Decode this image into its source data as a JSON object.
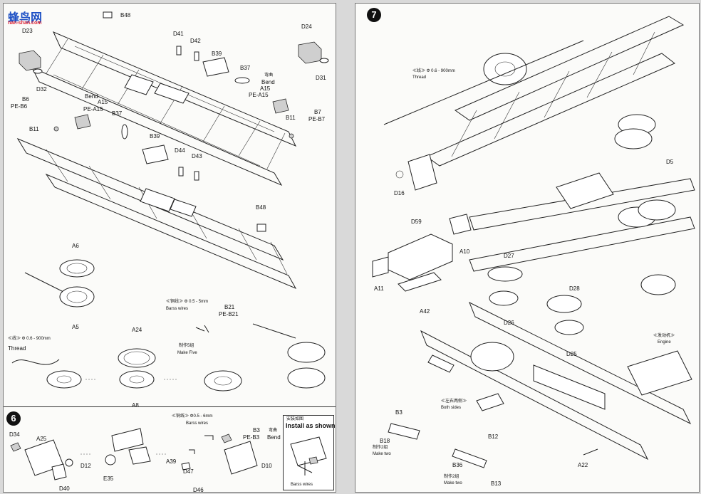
{
  "watermark": {
    "logo": "蜂鸟网",
    "url": "nan-shan.com"
  },
  "left_page": {
    "labels": {
      "B48_top": "B48",
      "D23": "D23",
      "D32": "D32",
      "D41": "D41",
      "D42": "D42",
      "B39_top": "B39",
      "B37_top": "B37",
      "bend_cn": "弯曲",
      "bend": "Bend",
      "A15_right": "A15",
      "PE_A15_right": "PE-A15",
      "D24": "D24",
      "D31": "D31",
      "B6": "B6",
      "PE_B6": "PE-B6",
      "bend_left": "Bend",
      "A15_left": "A15",
      "PE_A15_left": "PE-A15",
      "B37_left": "B37",
      "B11_left": "B11",
      "B39_mid": "B39",
      "B11_right": "B11",
      "B7": "B7",
      "PE_B7": "PE-B7",
      "D44": "D44",
      "D43": "D43",
      "B48_mid": "B48",
      "A6": "A6",
      "A5": "A5",
      "wire_spec": "≪铜线≫ Φ 0.5 - 5mm",
      "brass_wires": "Barss wires",
      "B21": "B21",
      "PE_B21": "PE-B21",
      "make_five_cn": "制作5组",
      "make_five": "Make Five",
      "thread_spec": "≪线≫ Φ 0.6 - 900mm",
      "thread": "Thread",
      "A24": "A24",
      "A8": "A8"
    },
    "step6": {
      "number": "6",
      "labels": {
        "D34": "D34",
        "A25": "A25",
        "D12": "D12",
        "D40": "D40",
        "E35": "E35",
        "A39": "A39",
        "wire_spec": "≪铜线≫ Φ0.5 - 6mm",
        "brass_wires": "Barss wires",
        "B3": "B3",
        "PE_B3": "PE-B3",
        "bend_cn": "弯曲",
        "bend": "Bend",
        "D47": "D47",
        "D46": "D46",
        "D10": "D10"
      },
      "install": {
        "title_cn": "安装如图",
        "title": "Install as shown",
        "wire": "Barss wires"
      }
    }
  },
  "right_page": {
    "step7": {
      "number": "7",
      "labels": {
        "thread_spec": "≪线≫ Φ 0.6 - 900mm",
        "thread": "Thread",
        "D5": "D5",
        "D16": "D16",
        "D59": "D59",
        "A10": "A10",
        "A11": "A11",
        "D27": "D27",
        "D28": "D28",
        "D26": "D26",
        "D25": "D25",
        "A42": "A42",
        "engine_cn": "≪发动机≫",
        "engine": "Engine",
        "both_sides_cn": "≪左右两侧≫",
        "both_sides": "Both sides",
        "B3": "B3",
        "B18": "B18",
        "make_two_cn": "制作2组",
        "make_two": "Make two",
        "B12": "B12",
        "B36": "B36",
        "make_two2_cn": "制作2组",
        "make_two2": "Make two",
        "B13": "B13",
        "A22": "A22"
      }
    }
  }
}
